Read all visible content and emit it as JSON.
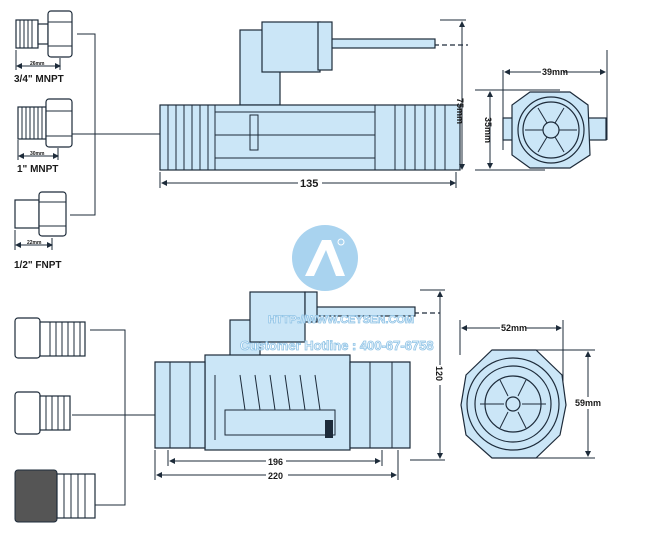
{
  "top_view": {
    "fittings": [
      {
        "label": "3/4\" MNPT",
        "dimension": "26mm"
      },
      {
        "label": "1\" MNPT",
        "dimension": "30mm"
      },
      {
        "label": "1/2\" FNPT",
        "dimension": "22mm"
      }
    ],
    "length_dim": "135",
    "height_dim": "75mm",
    "end_width_dim": "39mm",
    "end_height_dim": "35mm"
  },
  "bottom_view": {
    "inner_length_dim": "196",
    "length_dim": "220",
    "height_dim": "120",
    "end_width_dim": "52mm",
    "end_height_dim": "59mm"
  },
  "watermark": {
    "url": "HTTP://WWW.CEYSEN.COM",
    "hotline": "Customer Hotline : 400-67-6758"
  },
  "colors": {
    "body": "#cbe6f7",
    "outline": "#1d2b3a",
    "watermark": "#a9d3ef"
  }
}
